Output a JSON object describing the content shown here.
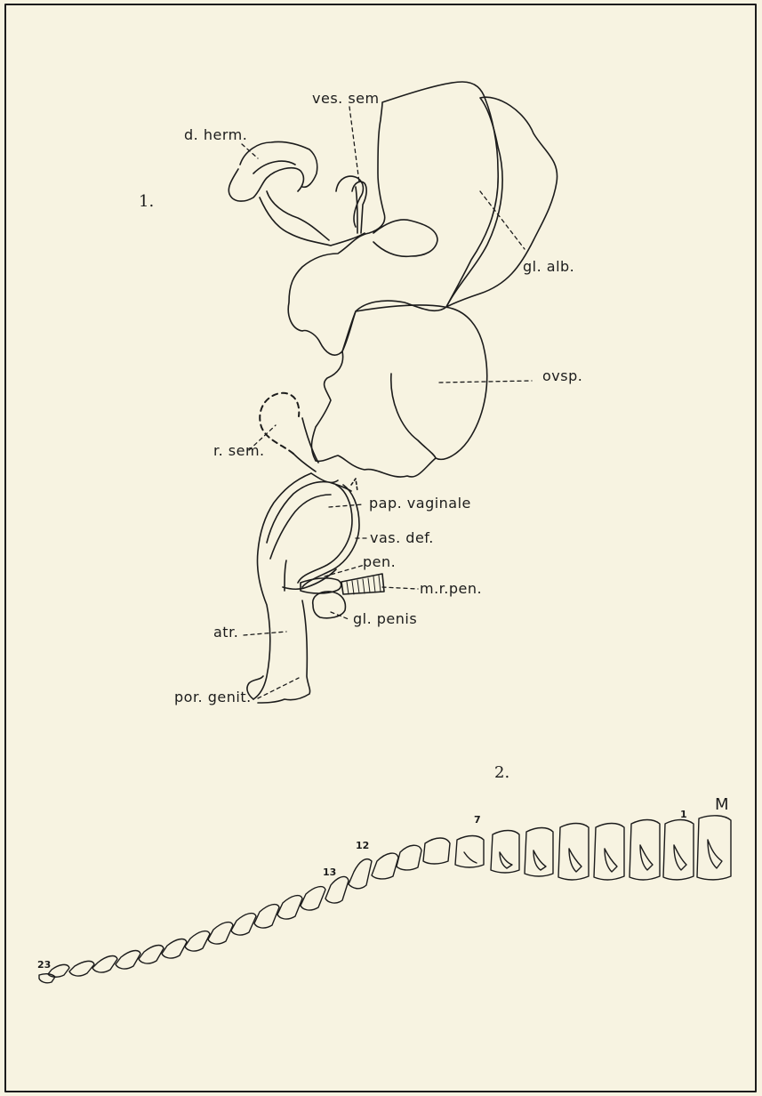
{
  "figures": {
    "fig1": "1.",
    "fig2": "2."
  },
  "labels": {
    "d_herm": "d. herm.",
    "ves_sem": "ves. sem",
    "gl_alb": "gl. alb.",
    "ovsp": "ovsp.",
    "r_sem": "r. sem.",
    "pap_vaginale": "pap. vaginale",
    "vas_def": "vas. def.",
    "pen": "pen.",
    "m_r_pen": "m.r.pen.",
    "gl_penis": "gl. penis",
    "atr": "atr.",
    "por_genit": "por. genit."
  },
  "tooth_numbers": {
    "t23": "23",
    "t13": "13",
    "t12": "12",
    "t7": "7",
    "t1": "1",
    "tM": "M"
  },
  "colors": {
    "paper": "#f7f3e1",
    "ink": "#1c1c1c"
  }
}
